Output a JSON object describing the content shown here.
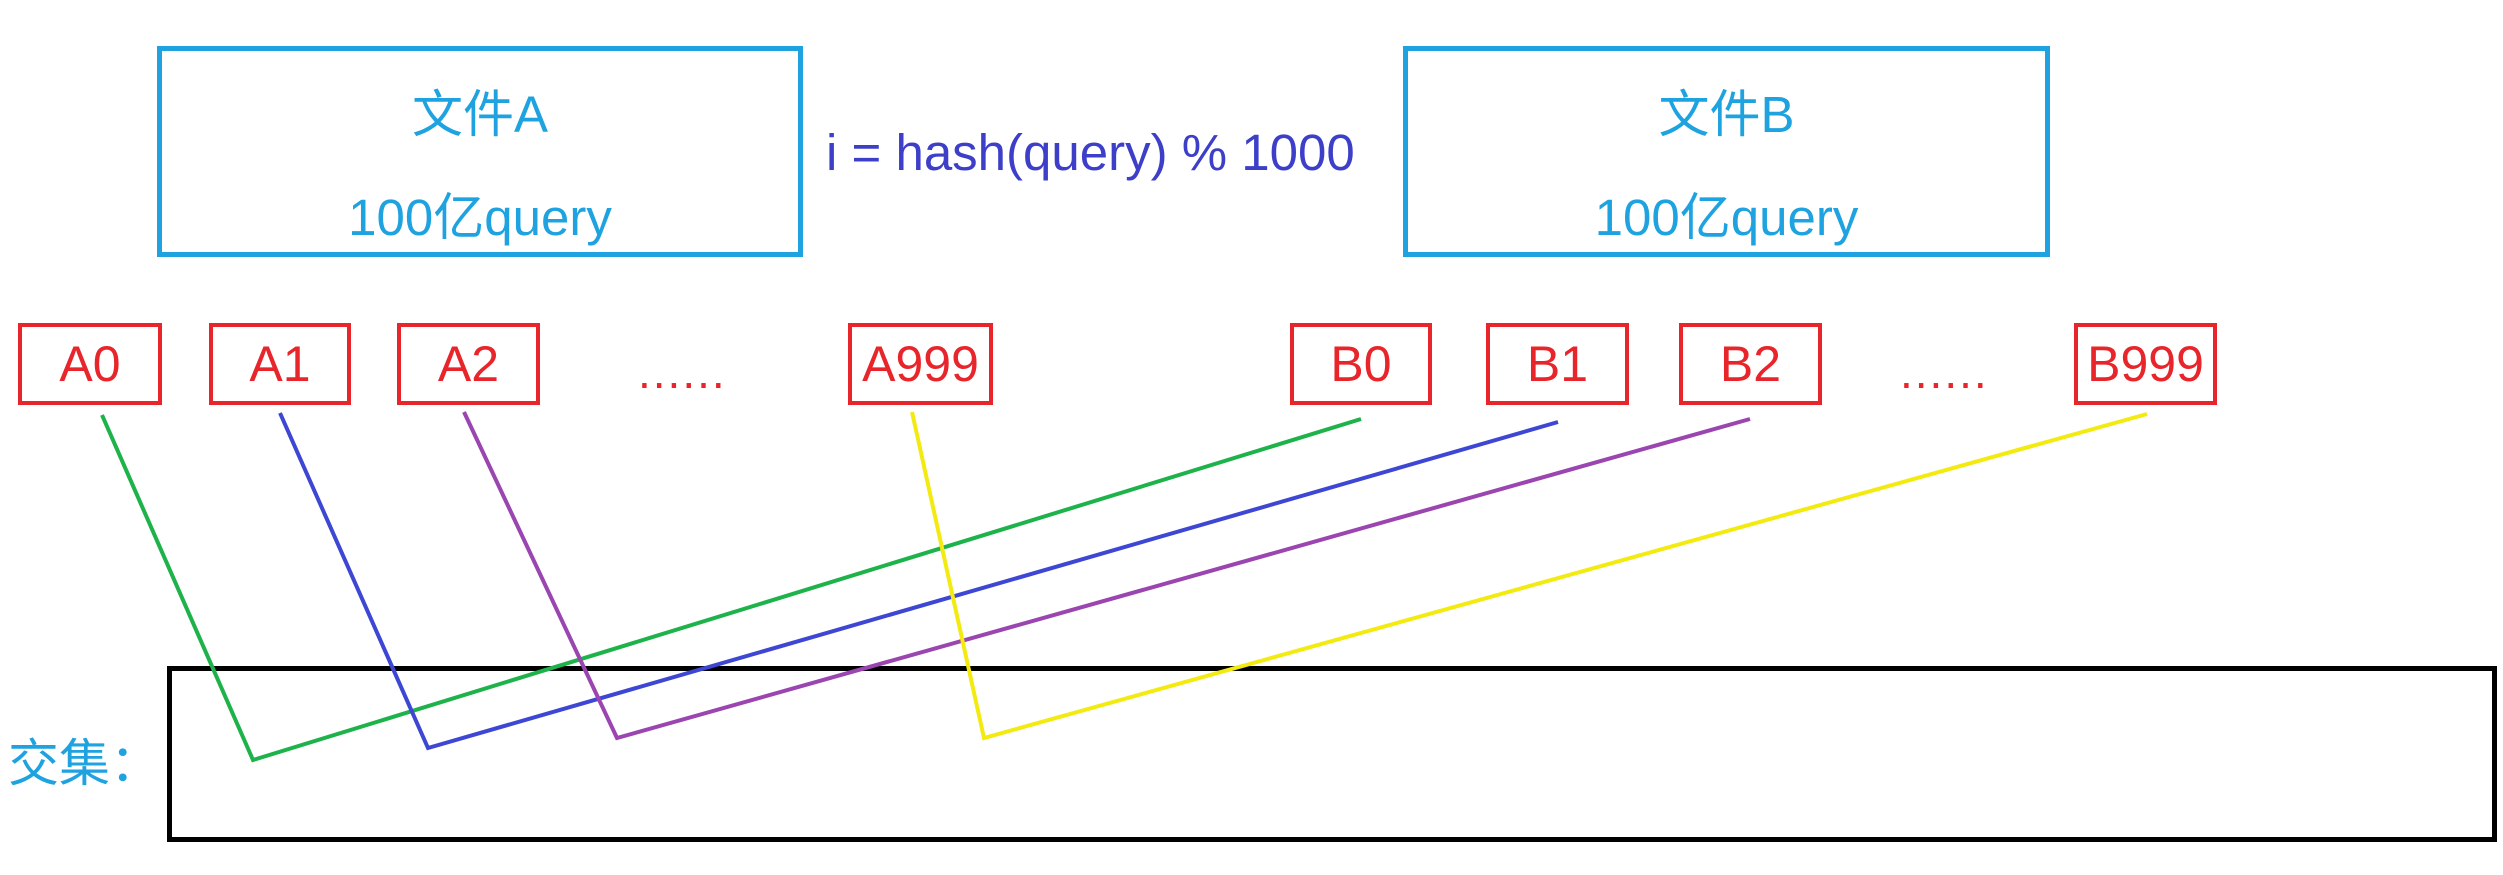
{
  "file_a": {
    "title": "文件A",
    "count": "100亿query"
  },
  "file_b": {
    "title": "文件B",
    "count": "100亿query"
  },
  "formula": "i = hash(query) % 1000",
  "buckets_a": [
    "A0",
    "A1",
    "A2",
    "A999"
  ],
  "buckets_b": [
    "B0",
    "B1",
    "B2",
    "B999"
  ],
  "ellipsis": "......",
  "intersection_label": "交集：",
  "colors": {
    "file_box": "#1ea3e0",
    "formula": "#3d3fc9",
    "bucket": "#e8252a",
    "pair_0": "#1db34a",
    "pair_1": "#3d47d3",
    "pair_2": "#9b45b0",
    "pair_999": "#f3ea10"
  }
}
